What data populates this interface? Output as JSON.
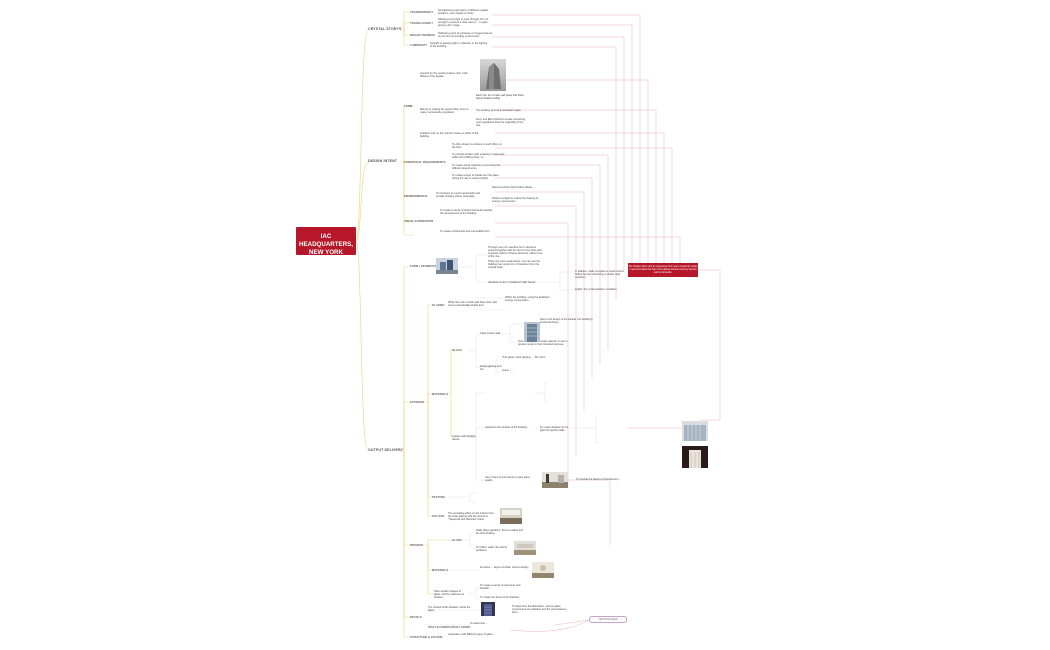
{
  "root": {
    "title_line1": "IAC",
    "title_line2": "HEADQUARTERS,",
    "title_line3": "NEW YORK"
  },
  "branches": {
    "crystal_storys": "CRYSTAL STORYS",
    "design_intent": "DESIGN INTENT",
    "output_delivery": "OUTPUT DELIVERY"
  },
  "crystal": [
    {
      "label": "TRANSPARENCY",
      "text": "Simultaneous perception of different spatial locations, seen clearly or dimly."
    },
    {
      "label": "TRANSLUCENCY",
      "text": "Allowing some light to pass through, but not enough to present a clear view or ...to pass; giving a dim image."
    },
    {
      "label": "REFLECTIVENESS",
      "text": "Reflecting parts of ourselves or images that are out for the surrounding environment."
    },
    {
      "label": "LUMINOSITY",
      "text": "Sunlight is glowing light or reflection in the lighting of the building."
    }
  ],
  "design": {
    "form_label": "FORM",
    "form": [
      "Inspired by the nearby Hudson river, bold billows of the façade.",
      "Marcus is making the geared flow, aims to make it accurately completed.",
      "Each cell, the curtain wall glass that flows, Daniel bladed ceiling.",
      "Gradient tints on the exterior create an effect of the building.",
      "The building gets as a mountain's glow.",
      "Ferry and Bart worked to create something more significant than the originality of the rise."
    ],
    "function_label": "FUNCTIONAL REQUIREMENTS",
    "function": [
      "To offer privacy to workers in each office on the floor.",
      "To provide workers with a feeling of openness within the building there, or...",
      "To create visual 'cabinets' surrounding the different departments.",
      "To create a layer of shade over the glass during the day to avoid sunlight."
    ],
    "environ_label": "ENVIRONMENTAL",
    "environ": [
      "To introduce as much natural light and provide shading where necessary.",
      "Natural venture that hinders effects, ...",
      "Distinct sunlight to reduce the heating of energy consumption."
    ],
    "visual_label": "VISUAL EXPRESSION",
    "visual": [
      "To create a sense of depth that lends towards the development of the building.",
      "To create a distinctive and memorable form."
    ]
  },
  "output": {
    "form_geometry_label": "FORM / GEOMETRY",
    "form_geometry": [
      "Through use of a 'carefree form' elements pushed together with the aid of a few lines with a special rhythm of these elements, effect to be of the rise.",
      "There are some parameters, one can see the building has some form of deviation from the vertical edge.",
      "Variations in the 'crystallized' solid 'facets'",
      "In addition, tasks complete a small exterior hollow formed. Achieving a similar clear condition.",
      "Lightly 'tiny small particles' condition."
    ],
    "callout": "The Hudson River and its impressive form were created by Gehry to accommodate the flow of the global cultural economy sectors and its demands.",
    "exterior_label": "EXTERIOR",
    "exterior_subs": [
      "GLAZING",
      "MATERIALS",
      "GLASS",
      "TEXTURE",
      "COLOUR"
    ],
    "exterior": [
      "While the outer curtain wall have been laid out in a structurally simple form.",
      "Within the building, using the building's energy consumption...",
      "Clear curtain wall",
      "Due to the design of the facade, the building's structural clarity...",
      "Frits of the glass's curtain wall are in use to present views to their intended purpose.",
      "Fritted glazing and tint",
      "Tints glaze, clear glazing, ... Dim form.",
      "Green - ...",
      "Curtain wall shading device",
      "Applied to the window of the building.",
      "To create shadow on the light throughout walls.",
      "Use of the tint and texture to give glass quality.",
      "To provide the feeling of translucency."
    ],
    "interior_label": "INTERIOR",
    "interior": [
      "The prevailing effect on the interior from the cube glazing with the texture is 'Trapezoid with distorted' colour.",
      "GLASS",
      "Walls glass partitions, floor-to-ceiling and the flow dividing.",
      "To reflect, walls, the interior partitions.",
      "MATERIALS",
      "Furniture ... layers of white, interior design.",
      "Plain surface shapes of glass, and the cabinets as finishes.",
      "To create a sense of openness and breadth...",
      "To create the focus of the finished..."
    ],
    "details_label": "DETAILS",
    "details": [
      "The closest finish detailed: inside the glass.",
      "To determine the fabrication, various glass components are detailed, and the joint between them.",
      "To determine ...",
      "Lamination with different types of glass..."
    ],
    "tech_label": "TECHNOLOGIES",
    "fab_label": "SPLIT & FABRICATION LAYERS",
    "structure_label": "STRUCTURE & SYSTEM"
  }
}
